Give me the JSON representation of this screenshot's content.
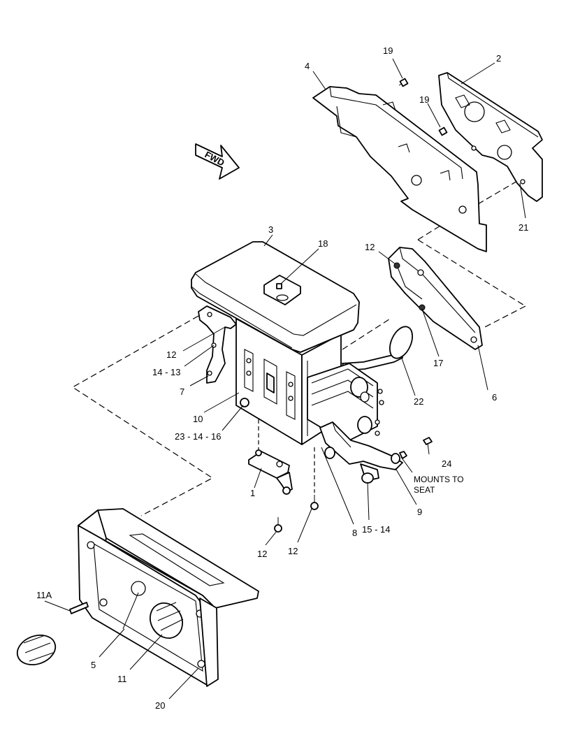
{
  "diagram": {
    "fwd_label": "FWD",
    "mounts_note_line1": "MOUNTS TO",
    "mounts_note_line2": "SEAT",
    "callouts": [
      {
        "id": "c1",
        "text": "1"
      },
      {
        "id": "c2",
        "text": "2"
      },
      {
        "id": "c3",
        "text": "3"
      },
      {
        "id": "c4",
        "text": "4"
      },
      {
        "id": "c5",
        "text": "5"
      },
      {
        "id": "c6",
        "text": "6"
      },
      {
        "id": "c7",
        "text": "7"
      },
      {
        "id": "c8",
        "text": "8"
      },
      {
        "id": "c9",
        "text": "9"
      },
      {
        "id": "c10",
        "text": "10"
      },
      {
        "id": "c11",
        "text": "11"
      },
      {
        "id": "c11a",
        "text": "11A"
      },
      {
        "id": "c12a",
        "text": "12"
      },
      {
        "id": "c12b",
        "text": "12"
      },
      {
        "id": "c12c",
        "text": "12"
      },
      {
        "id": "c12d",
        "text": "12"
      },
      {
        "id": "c14_13",
        "text": "14 - 13"
      },
      {
        "id": "c15_14",
        "text": "15 - 14"
      },
      {
        "id": "c17",
        "text": "17"
      },
      {
        "id": "c18",
        "text": "18"
      },
      {
        "id": "c19a",
        "text": "19"
      },
      {
        "id": "c19b",
        "text": "19"
      },
      {
        "id": "c20",
        "text": "20"
      },
      {
        "id": "c21",
        "text": "21"
      },
      {
        "id": "c22",
        "text": "22"
      },
      {
        "id": "c23_14_16",
        "text": "23 - 14 - 16"
      },
      {
        "id": "c24",
        "text": "24"
      }
    ]
  }
}
